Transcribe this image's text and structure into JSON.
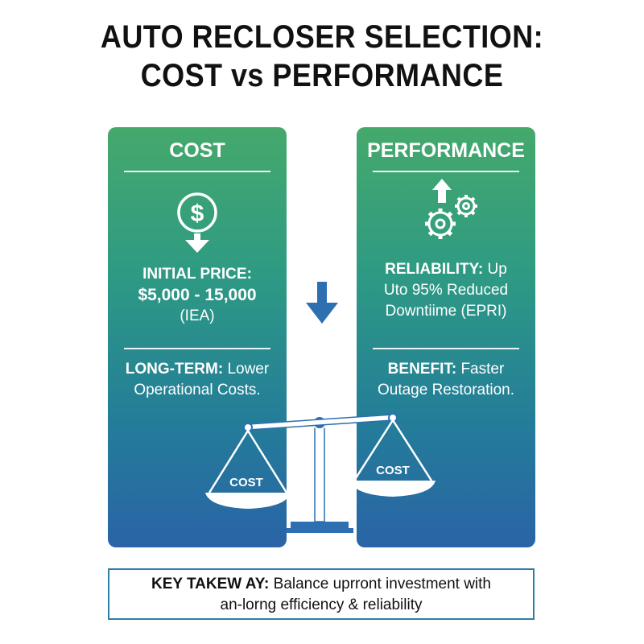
{
  "title": {
    "line1": "AUTO RECLOSER SELECTION:",
    "line2": "COST vs PERFORMANCE"
  },
  "cost_panel": {
    "heading": "COST",
    "icon": "dollar-down-icon",
    "initial_label": "INITIAL PRICE:",
    "initial_value": "$5,000 - 15,000",
    "initial_source": "(IEA)",
    "longterm_label": "LONG-TERM:",
    "longterm_text_1": "Lower",
    "longterm_text_2": "Operational Costs."
  },
  "performance_panel": {
    "heading": "PERFORMANCE",
    "icon": "gears-up-icon",
    "reliability_label": "RELIABILITY:",
    "reliability_text_1": "Up",
    "reliability_text_2": "Uto 95% Reduced",
    "reliability_text_3": "Downtiime (EPRI)",
    "benefit_label": "BENEFIT:",
    "benefit_text_1": "Faster",
    "benefit_text_2": "Outage Restoration."
  },
  "scale": {
    "left_pan_label": "COST",
    "right_pan_label": "COST"
  },
  "takeaway": {
    "label": "KEY TAKEW AY:",
    "text_1": "Balance uprront investment with",
    "text_2": "an-lorng efficiency & reliability"
  },
  "colors": {
    "gradient_top": "#45a96b",
    "gradient_bottom": "#2a64a6",
    "accent_blue": "#2d6fb0"
  }
}
